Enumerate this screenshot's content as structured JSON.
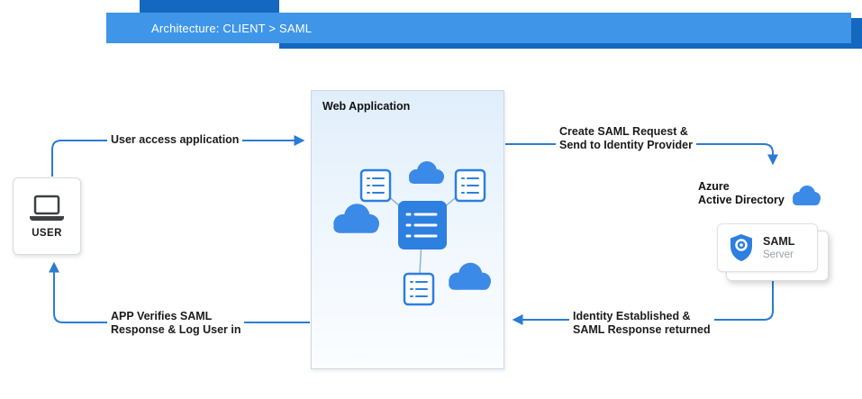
{
  "header": {
    "title": "Architecture: CLIENT > SAML"
  },
  "colors": {
    "banner": "#3f96e8",
    "banner_shadow": "#1468c0",
    "arrow": "#2b7bd4",
    "icon_blue": "#2d7fe0",
    "cloud_blue": "#3c8ae8",
    "label_text": "#1b1b1b"
  },
  "nodes": {
    "user": {
      "label": "USER"
    },
    "web_app": {
      "title": "Web Application"
    },
    "azure": {
      "line1": "Azure",
      "line2": "Active Directory"
    },
    "saml_server": {
      "name": "SAML",
      "type": "Server"
    }
  },
  "flows": {
    "user_access": {
      "label": "User access application"
    },
    "create_request": {
      "line1": "Create SAML Request &",
      "line2": "Send to Identity Provider"
    },
    "identity_return": {
      "line1": "Identity Established &",
      "line2": "SAML Response returned"
    },
    "app_verifies": {
      "line1": "APP Verifies SAML",
      "line2": "Response & Log User in"
    }
  }
}
